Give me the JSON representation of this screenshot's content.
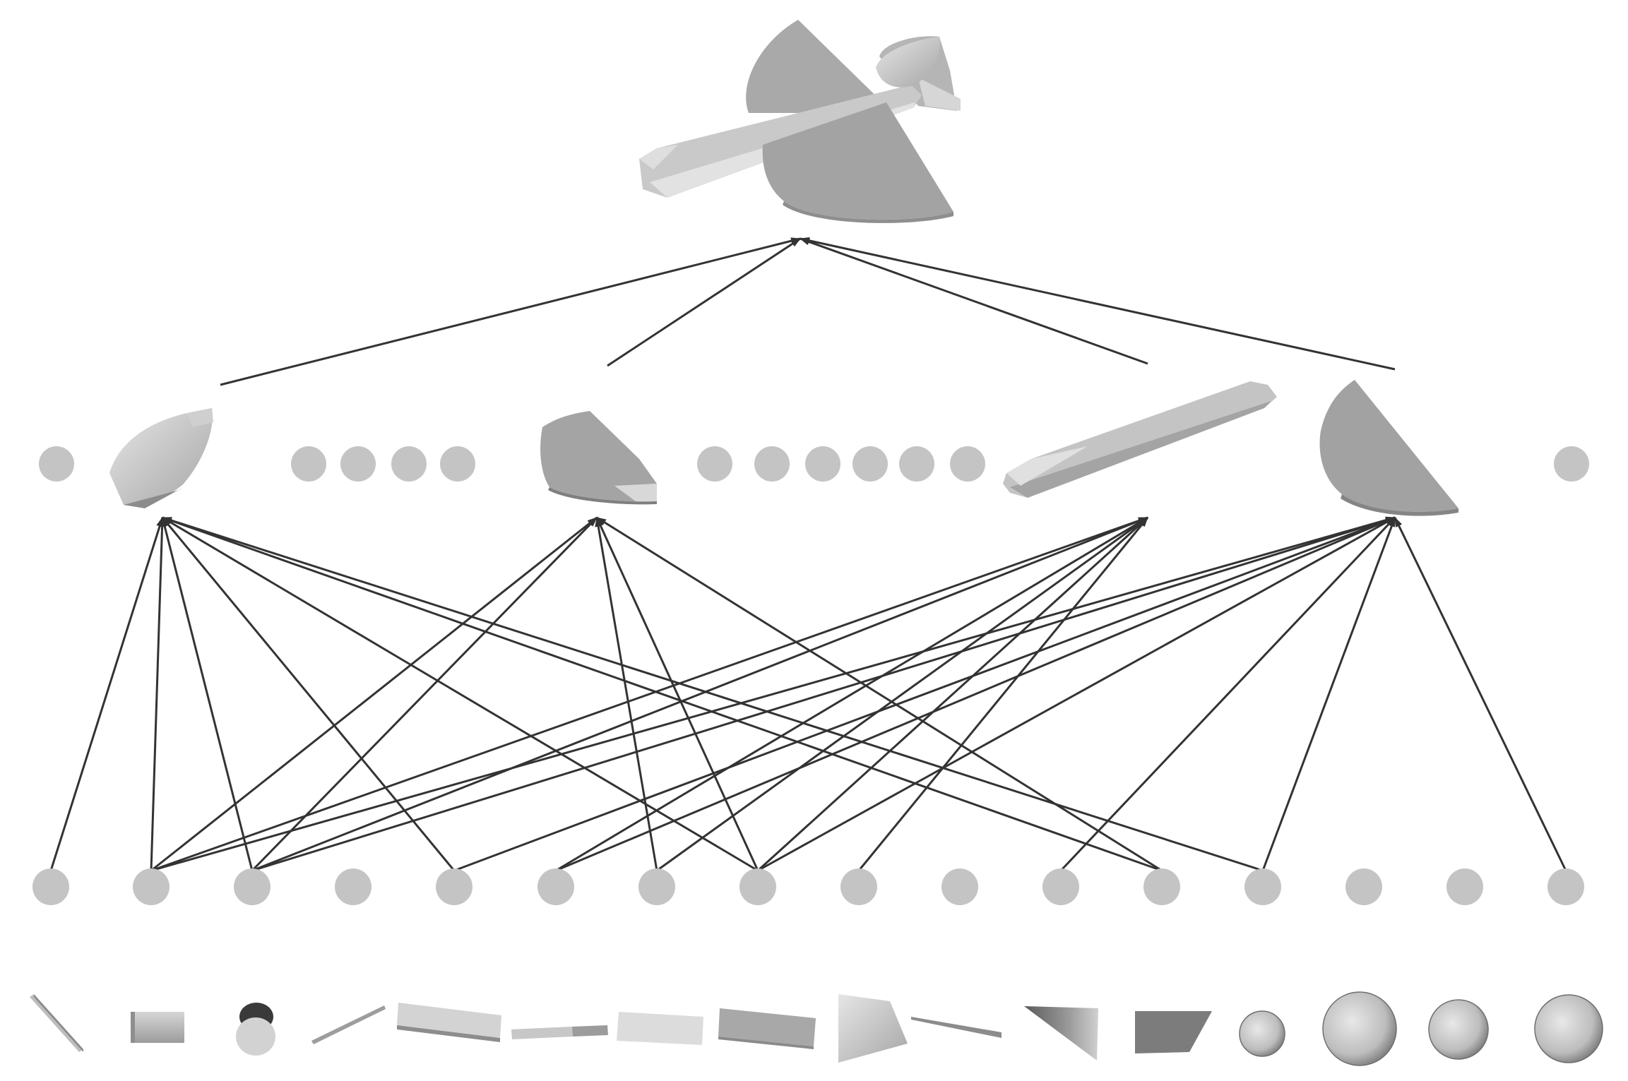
{
  "diagram": {
    "type": "part-hierarchy",
    "colors": {
      "node": "#c4c4c4",
      "edge": "#333333",
      "part": "#a9a9a9",
      "part_light": "#d8d8d8",
      "part_dark": "#8a8a8a",
      "background": "#ffffff"
    },
    "root": {
      "id": "airplane",
      "shape": "airplane"
    },
    "mid_layer": {
      "slots": [
        "node",
        "nose-part",
        "node",
        "node",
        "node",
        "node",
        "wing-piece-part",
        "node",
        "node",
        "node",
        "node",
        "node",
        "node",
        "fuselage-part",
        "wing-part",
        "node"
      ],
      "parts_connected_to_root": [
        "nose-part",
        "wing-piece-part",
        "fuselage-part",
        "wing-part"
      ]
    },
    "bottom_layer": {
      "node_count": 16
    },
    "primitives": [
      "thin-rod",
      "short-cylinder",
      "cylinder-disc",
      "thin-stick",
      "flat-bar",
      "two-tone-bar",
      "light-panel",
      "dark-panel",
      "quad-sheet",
      "needle",
      "triangular-sheet",
      "trapezoid-block",
      "small-sphere",
      "large-sphere",
      "medium-sphere",
      "large-sphere-2"
    ],
    "edges_bottom_to_mid": [
      [
        0,
        "nose-part"
      ],
      [
        1,
        "nose-part"
      ],
      [
        2,
        "nose-part"
      ],
      [
        4,
        "nose-part"
      ],
      [
        7,
        "nose-part"
      ],
      [
        11,
        "nose-part"
      ],
      [
        12,
        "nose-part"
      ],
      [
        1,
        "wing-piece-part"
      ],
      [
        2,
        "wing-piece-part"
      ],
      [
        6,
        "wing-piece-part"
      ],
      [
        7,
        "wing-piece-part"
      ],
      [
        11,
        "wing-piece-part"
      ],
      [
        1,
        "fuselage-part"
      ],
      [
        2,
        "fuselage-part"
      ],
      [
        5,
        "fuselage-part"
      ],
      [
        6,
        "fuselage-part"
      ],
      [
        7,
        "fuselage-part"
      ],
      [
        8,
        "fuselage-part"
      ],
      [
        1,
        "wing-part"
      ],
      [
        2,
        "wing-part"
      ],
      [
        4,
        "wing-part"
      ],
      [
        5,
        "wing-part"
      ],
      [
        7,
        "wing-part"
      ],
      [
        10,
        "wing-part"
      ],
      [
        12,
        "wing-part"
      ],
      [
        15,
        "wing-part"
      ]
    ]
  }
}
